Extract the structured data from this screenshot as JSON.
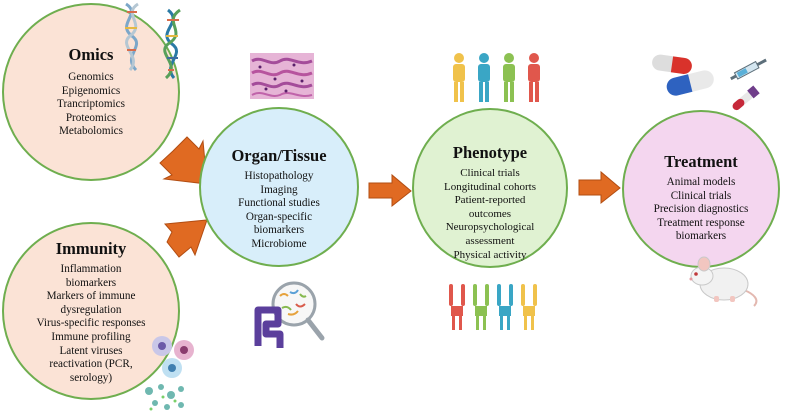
{
  "nodes": {
    "omics": {
      "title": "Omics",
      "items": [
        "Genomics",
        "Epigenomics",
        "Trancriptomics",
        "Proteomics",
        "Metabolomics"
      ]
    },
    "immunity": {
      "title": "Immunity",
      "items": [
        "Inflammation",
        "biomarkers",
        "Markers of immune",
        "dysregulation",
        "Virus-specific responses",
        "Immune profiling",
        "Latent viruses",
        "reactivation (PCR,",
        "serology)"
      ]
    },
    "organ": {
      "title": "Organ/Tissue",
      "items": [
        "Histopathology",
        "Imaging",
        "Functional studies",
        "Organ-specific",
        "biomarkers",
        "Microbiome"
      ]
    },
    "phenotype": {
      "title": "Phenotype",
      "items": [
        "Clinical trials",
        "Longitudinal cohorts",
        "Patient-reported",
        "outcomes",
        "Neuropsychological",
        "assessment",
        "Physical activity"
      ]
    },
    "treatment": {
      "title": "Treatment",
      "items": [
        "Animal models",
        "Clinical trials",
        "Precision diagnostics",
        "Treatment response",
        "biomarkers"
      ]
    }
  },
  "colors": {
    "arrow_fill": "#e06a22",
    "arrow_stroke": "#b24d12",
    "circle_border": "#6fae4f",
    "omics_fill": "#fbe3d6",
    "organ_fill": "#d8eefa",
    "phenotype_fill": "#e0f2d2",
    "treatment_fill": "#f4d6ef"
  },
  "icons": [
    "dna-icon",
    "tissue-histology-icon",
    "people-group-icon",
    "pills-icon",
    "syringe-icon",
    "blood-tube-icon",
    "microscope-bacteria-icon",
    "intestine-icon",
    "immune-cells-icon",
    "virus-particles-icon",
    "people-figures-icon",
    "mouse-icon"
  ]
}
